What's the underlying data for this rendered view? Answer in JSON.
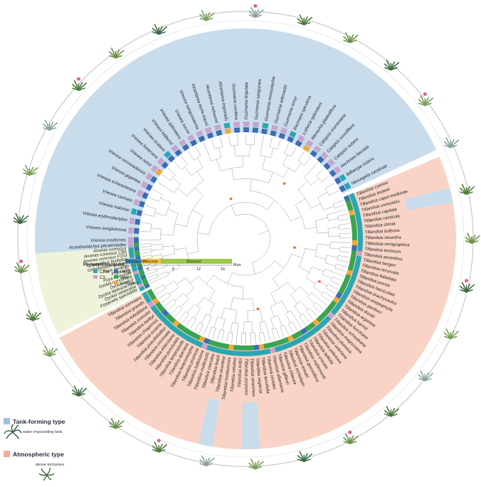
{
  "colors": {
    "tank_sector": "#c9dcec",
    "atmos_sector": "#f9d4c6",
    "basal_sector": "#eef4dc",
    "cam": "#2aa7b3",
    "c3": "#c7a3cd",
    "mesic": "#3a6db3",
    "xeric": "#3aa451",
    "semixeric": "#f0a83a",
    "tank_legend": "#9fbfdf",
    "atmos_legend": "#f2aa94",
    "node": "#e06a3a"
  },
  "tank_species": [
    "Vriesea ensiformis",
    "Vriesea neoglutinosa",
    "Vriesea erythrodactylon",
    "Vriesea malzinei",
    "Vriesea carinata",
    "Vriesea schwackeana",
    "Vriesea gigantea",
    "Vriesea corcovadensis",
    "Vriesea reitzii",
    "Vriesea fosteriana",
    "Vriesea scalaris",
    "Vriesea lubbersii",
    "Vriesea splendens",
    "Vriesea sucrei",
    "Vriesea sanguinolenta",
    "Alcantarea burle-marxii",
    "Alcantarea nahoumii",
    "Alcantarea imperialis",
    "Guzmania conifera",
    "Guzmania lingulata",
    "Guzmania sanguinea",
    "Guzmania monostachia",
    "Guzmania wittmackii",
    "Guzmania remyi",
    "Racinaea spiculosa",
    "Lutheria splendens",
    "Werauhia gladioliflora",
    "Catopsis morreniana",
    "Catopsis sessiliflora",
    "Catopsis nutans",
    "Aechmea fasciata",
    "Billbergia nutans",
    "Neoregelia carolinae"
  ],
  "atmos_species": [
    "Tillandsia cyanea",
    "Tillandsia lindenii",
    "Tillandsia caput-medusae",
    "Tillandsia usneoides",
    "Tillandsia capitata",
    "Tillandsia cacticola",
    "Tillandsia stricta",
    "Tillandsia bulbosa",
    "Tillandsia ionantha",
    "Tillandsia xerographica",
    "Tillandsia tectorum",
    "Tillandsia aeranthos",
    "Tillandsia bergeri",
    "Tillandsia recurvata",
    "Tillandsia flabellata",
    "Tillandsia juncea",
    "Tillandsia fasciculata",
    "Tillandsia brachycaulos",
    "Tillandsia streptophylla",
    "Tillandsia gardneri",
    "Tillandsia duratii",
    "Tillandsia argentea",
    "Tillandsia harrisii",
    "Tillandsia funckiana",
    "Tillandsia schiedeana",
    "Tillandsia magnusiana",
    "Tillandsia plumosa",
    "Tillandsia seleriana",
    "Tillandsia paleacea",
    "Tillandsia latifolia",
    "Tillandsia crocata",
    "Tillandsia mallemontii",
    "Tillandsia geminiflora",
    "Tillandsia araujei",
    "Tillandsia tricholepis",
    "Tillandsia loliacea",
    "Tillandsia gilliesii",
    "Tillandsia albertiana",
    "Tillandsia ixioides",
    "Tillandsia tenuifolia",
    "Tillandsia neglecta",
    "Tillandsia stramineа",
    "Tillandsia purpurea",
    "Tillandsia kolbii",
    "Tillandsia velutina",
    "Tillandsia hondurensis",
    "Tillandsia vicentina",
    "Tillandsia butzii",
    "Tillandsia caerulea",
    "Tillandsia multicaulis",
    "Tillandsia balbisiana",
    "Tillandsia pruinosa",
    "Tillandsia heteromorpha",
    "Tillandsia dyeriana",
    "Tillandsia lampropoda",
    "Tillandsia punctulata",
    "Tillandsia ehlersiana",
    "Tillandsia circinnata",
    "Tillandsia pseudobaileyi",
    "Tillandsia exserta",
    "Tillandsia chiapensis",
    "Tillandsia baileyi",
    "Tillandsia concolor",
    "Tillandsia leiboldiana",
    "Tillandsia grandis",
    "Tillandsia somnians"
  ],
  "basal_species": [
    "Acanthostachys pitcairnioides",
    "Ananas comosus",
    "Ananas comosus CB5",
    "Ananas comosus F153",
    "Cryptanthus bivittatus",
    "Orthophytum gurkenii",
    "Puya mirabilis",
    "Puya laxa",
    "Puya raimondii",
    "Dyckia remotiflora",
    "Dyckia reitzii",
    "Dyckia leptostachya",
    "Dyckia velascana",
    "Fosterella spectabilis"
  ],
  "axis": {
    "periods": [
      "Pleistocene",
      "Pliocene",
      "Miocene"
    ],
    "ticks": [
      "0",
      "4",
      "8",
      "12",
      "16"
    ],
    "unit": "Mya"
  },
  "legend": {
    "photosynthesis_title": "Phytosynthesis",
    "habit_title": "Habit",
    "cam": "CAM",
    "c3": "C3",
    "mesic": "mesic",
    "xeric": "xeric",
    "semixeric": "semixeric"
  },
  "types": {
    "tank_title": "Tank-forming type",
    "tank_desc": "water impounding tank",
    "atmos_title": "Atmospheric type",
    "atmos_desc": "dense trichomes"
  }
}
